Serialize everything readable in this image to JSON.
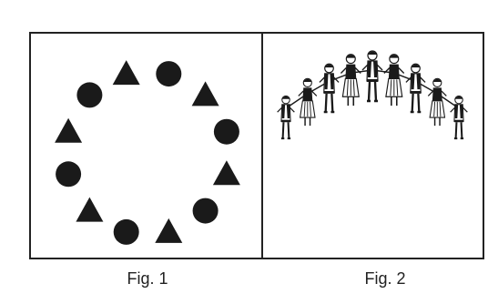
{
  "figures": [
    {
      "caption": "Fig. 1"
    },
    {
      "caption": "Fig. 2"
    }
  ],
  "colors": {
    "ink": "#1a1a1a",
    "border": "#222222",
    "background": "#ffffff"
  },
  "fig1_pattern": [
    "triangle",
    "circle",
    "triangle",
    "circle",
    "triangle",
    "circle",
    "triangle",
    "circle",
    "triangle",
    "circle",
    "triangle",
    "circle"
  ],
  "fig2_dancers_count": 9
}
